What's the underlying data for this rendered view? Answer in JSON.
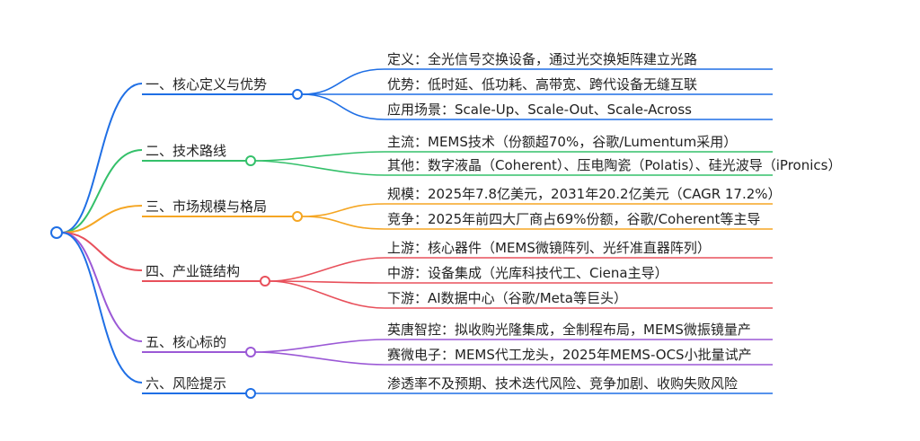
{
  "colors": {
    "root": "#1f6fe5",
    "branch1": "#1f6fe5",
    "branch2": "#34c06a",
    "branch3": "#f5a623",
    "branch4": "#e8505b",
    "branch5": "#9b59d6",
    "branch6": "#1f6fe5"
  },
  "branches": [
    {
      "label": "一、核心定义与优势",
      "items": [
        "定义：全光信号交换设备，通过光交换矩阵建立光路",
        "优势：低时延、低功耗、高带宽、跨代设备无缝互联",
        "应用场景：Scale-Up、Scale-Out、Scale-Across"
      ]
    },
    {
      "label": "二、技术路线",
      "items": [
        "主流：MEMS技术（份额超70%，谷歌/Lumentum采用）",
        "其他：数字液晶（Coherent）、压电陶瓷（Polatis）、硅光波导（iPronics）"
      ]
    },
    {
      "label": "三、市场规模与格局",
      "items": [
        "规模：2025年7.8亿美元，2031年20.2亿美元（CAGR 17.2%）",
        "竞争：2025年前四大厂商占69%份额，谷歌/Coherent等主导"
      ]
    },
    {
      "label": "四、产业链结构",
      "items": [
        "上游：核心器件（MEMS微镜阵列、光纤准直器阵列）",
        "中游：设备集成（光库科技代工、Ciena主导）",
        "下游：AI数据中心（谷歌/Meta等巨头）"
      ]
    },
    {
      "label": "五、核心标的",
      "items": [
        "英唐智控：拟收购光隆集成，全制程布局，MEMS微振镜量产",
        "赛微电子：MEMS代工龙头，2025年MEMS-OCS小批量试产"
      ]
    },
    {
      "label": "六、风险提示",
      "items": [
        "渗透率不及预期、技术迭代风险、竞争加剧、收购失败风险"
      ]
    }
  ]
}
